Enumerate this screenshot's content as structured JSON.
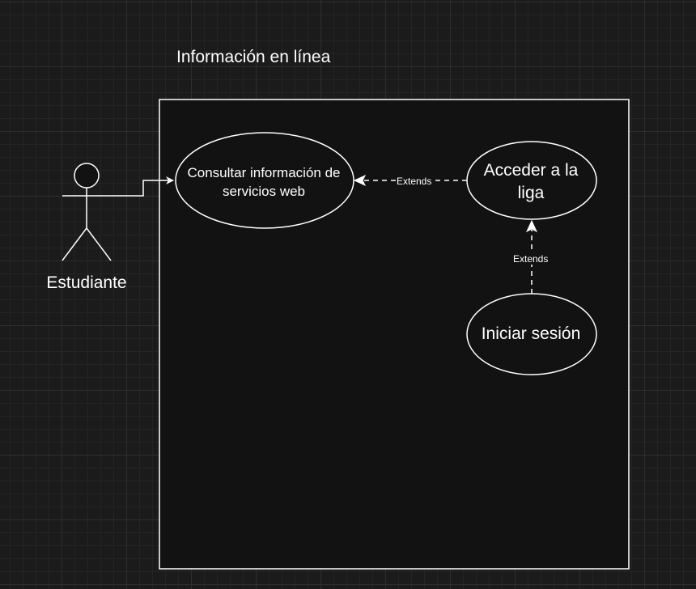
{
  "diagram": {
    "system_title": "Información en línea",
    "actor": {
      "name": "Estudiante"
    },
    "use_cases": [
      {
        "label": "Consultar información de servicios web"
      },
      {
        "label": "Acceder a la liga"
      },
      {
        "label": "Iniciar sesión"
      }
    ],
    "relations": [
      {
        "label": "Extends"
      },
      {
        "label": "Extends"
      }
    ],
    "colors": {
      "background": "#1b1b1b",
      "grid": "#2e2e2e",
      "system_fill": "#121212",
      "stroke": "#ffffff",
      "text": "#ffffff"
    }
  }
}
